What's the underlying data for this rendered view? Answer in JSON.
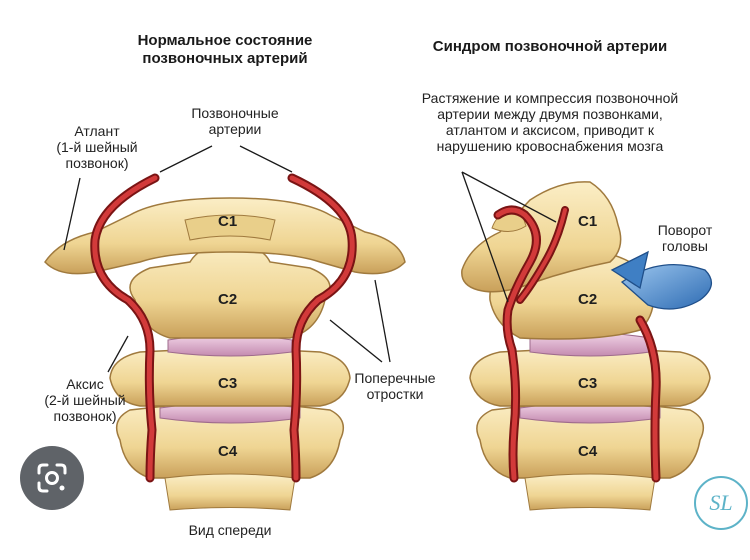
{
  "titles": {
    "left": "Нормальное состояние\nпозвоночных артерий",
    "right": "Синдром позвоночной артерии"
  },
  "labels": {
    "atlas": "Атлант\n(1-й шейный\nпозвонок)",
    "vertebral_arteries": "Позвоночные\nартерии",
    "axis": "Аксис\n(2-й шейный\nпозвонок)",
    "transverse": "Поперечные\nотростки",
    "front_view": "Вид спереди",
    "syndrome_note": "Растяжение и компрессия позвоночной\nартерии между двумя позвонками,\nатлантом и аксисом, приводит к\nнарушению кровоснабжения мозга",
    "head_turn": "Поворот\nголовы"
  },
  "vertebrae": [
    "C1",
    "C2",
    "C3",
    "C4"
  ],
  "watermark": "SL",
  "icons": {
    "lens": "google-lens-icon",
    "arrow": "rotation-arrow-icon"
  },
  "colors": {
    "bone": "#f3dfa4",
    "bone_shade": "#caa25c",
    "disc": "#d8a8c8",
    "artery": "#c62828",
    "rotation_arrow": "#3f7fc4",
    "accent": "#5db3c8"
  }
}
